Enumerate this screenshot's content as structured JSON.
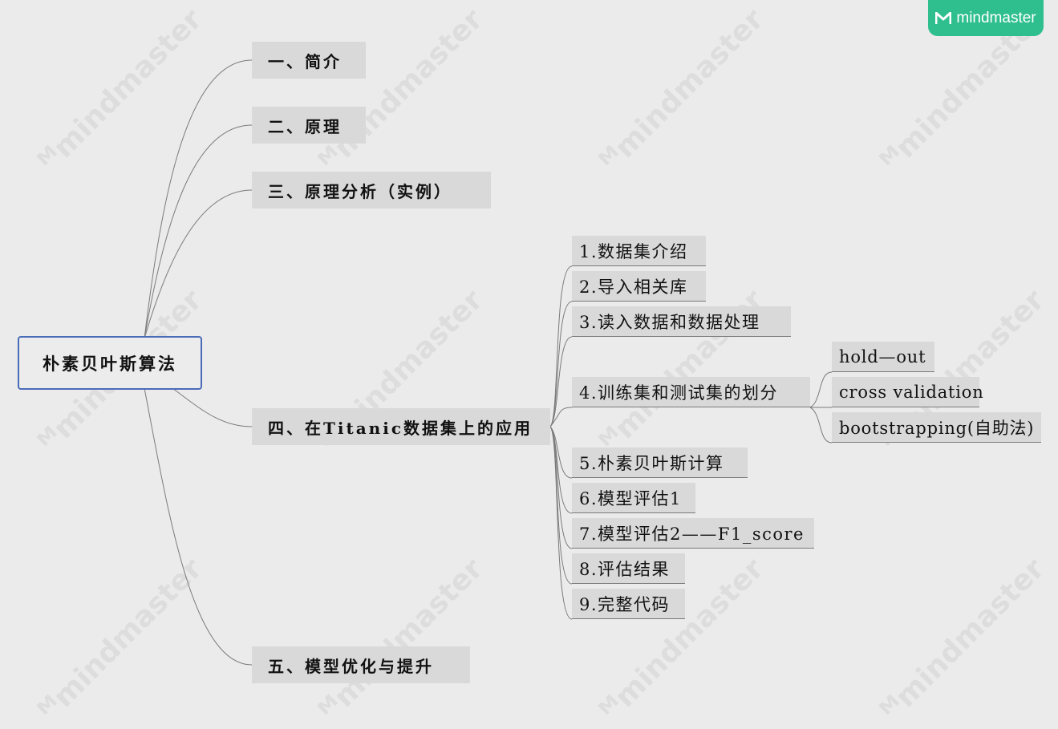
{
  "brand": {
    "name": "mindmaster",
    "logo_icon": "mindmaster-logo-icon",
    "color": "#2fbf8f"
  },
  "watermark": {
    "text": "mindmaster"
  },
  "mindmap": {
    "root": "朴素贝叶斯算法",
    "main": [
      "一、简介",
      "二、原理",
      "三、原理分析（实例）",
      "四、在Titanic数据集上的应用",
      "五、模型优化与提升"
    ],
    "sub": [
      "1.数据集介绍",
      "2.导入相关库",
      "3.读入数据和数据处理",
      "4.训练集和测试集的划分",
      "5.朴素贝叶斯计算",
      "6.模型评估1",
      "7.模型评估2——F1_score",
      "8.评估结果",
      "9.完整代码"
    ],
    "leaves": [
      "hold—out",
      "cross validation",
      "bootstrapping(自助法)"
    ]
  },
  "colors": {
    "background": "#ebebeb",
    "node_fill": "#d9d9d9",
    "root_border": "#4a6bb9",
    "connector": "#7a7a7a"
  }
}
